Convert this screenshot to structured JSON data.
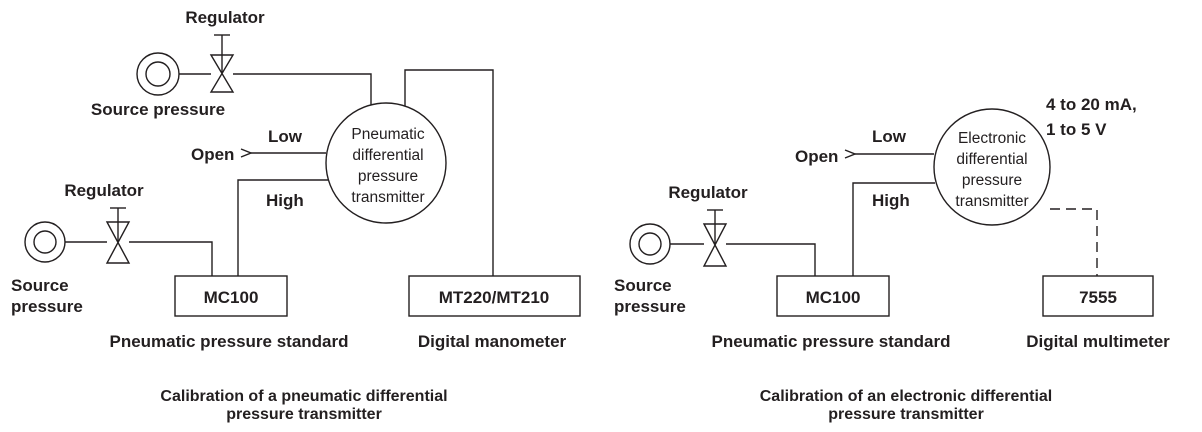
{
  "left_panel": {
    "regulator_top_label": "Regulator",
    "source_top_label": "Source pressure",
    "low_label": "Low",
    "open_label": "Open",
    "high_label": "High",
    "regulator_bottom_label": "Regulator",
    "source_bottom_label_line1": "Source",
    "source_bottom_label_line2": "pressure",
    "transmitter_lines": [
      "Pneumatic",
      "differential",
      "pressure",
      "transmitter"
    ],
    "standard_box": "MC100",
    "manometer_box": "MT220/MT210",
    "standard_caption": "Pneumatic pressure standard",
    "manometer_caption": "Digital manometer",
    "caption_line1": "Calibration of a pneumatic differential",
    "caption_line2": "pressure transmitter"
  },
  "right_panel": {
    "signal_line1": "4 to 20 mA,",
    "signal_line2": "1 to 5 V",
    "low_label": "Low",
    "open_label": "Open",
    "high_label": "High",
    "regulator_label": "Regulator",
    "source_label_line1": "Source",
    "source_label_line2": "pressure",
    "transmitter_lines": [
      "Electronic",
      "differential",
      "pressure",
      "transmitter"
    ],
    "standard_box": "MC100",
    "multimeter_box": "7555",
    "standard_caption": "Pneumatic pressure standard",
    "multimeter_caption": "Digital multimeter",
    "caption_line1": "Calibration of an electronic differential",
    "caption_line2": "pressure transmitter"
  }
}
